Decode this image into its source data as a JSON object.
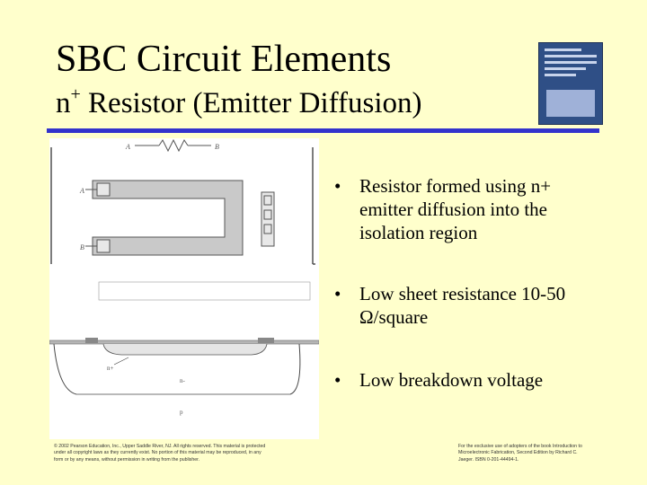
{
  "slide": {
    "title": "SBC Circuit Elements",
    "subtitle_prefix": "n",
    "subtitle_sup": "+",
    "subtitle_rest": " Resistor (Emitter Diffusion)"
  },
  "figure": {
    "label_a": "A",
    "label_b": "B",
    "label_a_left": "A",
    "label_b_left": "B",
    "label_n_plus": "n+",
    "label_n_minus": "n-",
    "label_p": "p"
  },
  "bullets": [
    "Resistor formed using n+ emitter diffusion into the isolation region",
    "Low sheet resistance 10-50 Ω/square",
    "Low breakdown voltage"
  ],
  "bullet_glyph": "•",
  "footer": {
    "copyright": "© 2002 Pearson Education, Inc., Upper Saddle River, NJ. All rights reserved. This material is protected under all copyright laws as they currently exist. No portion of this material may be reproduced, in any form or by any means, without permission in writing from the publisher.",
    "exclusive": "For the exclusive use of adopters of the book Introduction to Microelectronic Fabrication, Second Edition by Richard C. Jaeger. ISBN 0-201-44494-1."
  },
  "colors": {
    "background": "#ffffcc",
    "rule": "#3333cc",
    "book_cover": "#2f4f86"
  },
  "icons": {
    "book": "book-cover-icon"
  }
}
